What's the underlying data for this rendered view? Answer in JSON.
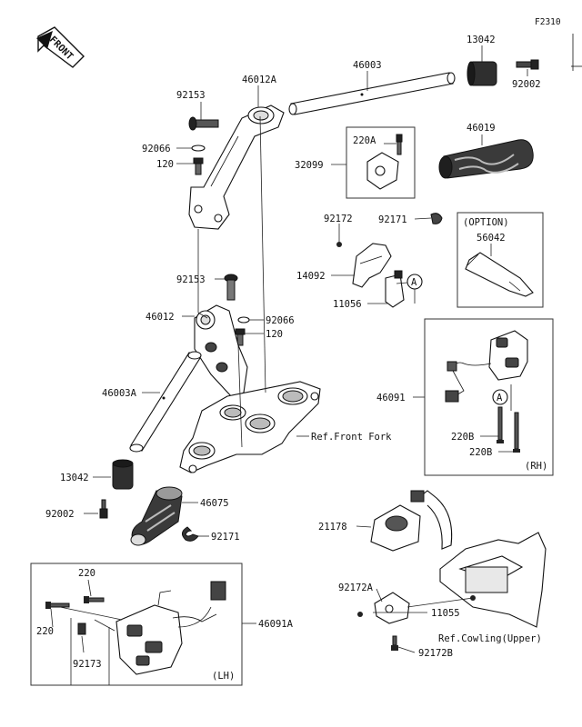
{
  "figure_code": "F2310",
  "direction_badge": "FRONT",
  "parts": {
    "p13042_top": "13042",
    "p46003": "46003",
    "p92002_top": "92002",
    "p92153_top": "92153",
    "p46012A": "46012A",
    "p46019": "46019",
    "p92066_top": "92066",
    "p120_top": "120",
    "p220A": "220A",
    "p32099": "32099",
    "p92172": "92172",
    "p92171_top": "92171",
    "p14092": "14092",
    "p11056": "11056",
    "p92153_mid": "92153",
    "p46012": "46012",
    "p92066_mid": "92066",
    "p120_mid": "120",
    "p46003A": "46003A",
    "p13042_bot": "13042",
    "p92002_bot": "92002",
    "p46075": "46075",
    "p92171_bot": "92171",
    "p46091": "46091",
    "p220B_1": "220B",
    "p220B_2": "220B",
    "p21178": "21178",
    "p92172A": "92172A",
    "p11055": "11055",
    "p92172B": "92172B",
    "p220_1": "220",
    "p220_2": "220",
    "p92173": "92173",
    "p46091A": "46091A",
    "p56042": "56042"
  },
  "callouts": {
    "circle_a_1": "A",
    "circle_a_2": "A"
  },
  "references": {
    "front_fork": "Ref.Front Fork",
    "cowling_upper": "Ref.Cowling(Upper)"
  },
  "boxes": {
    "option_title": "(OPTION)",
    "rh_label": "(RH)",
    "lh_label": "(LH)"
  }
}
